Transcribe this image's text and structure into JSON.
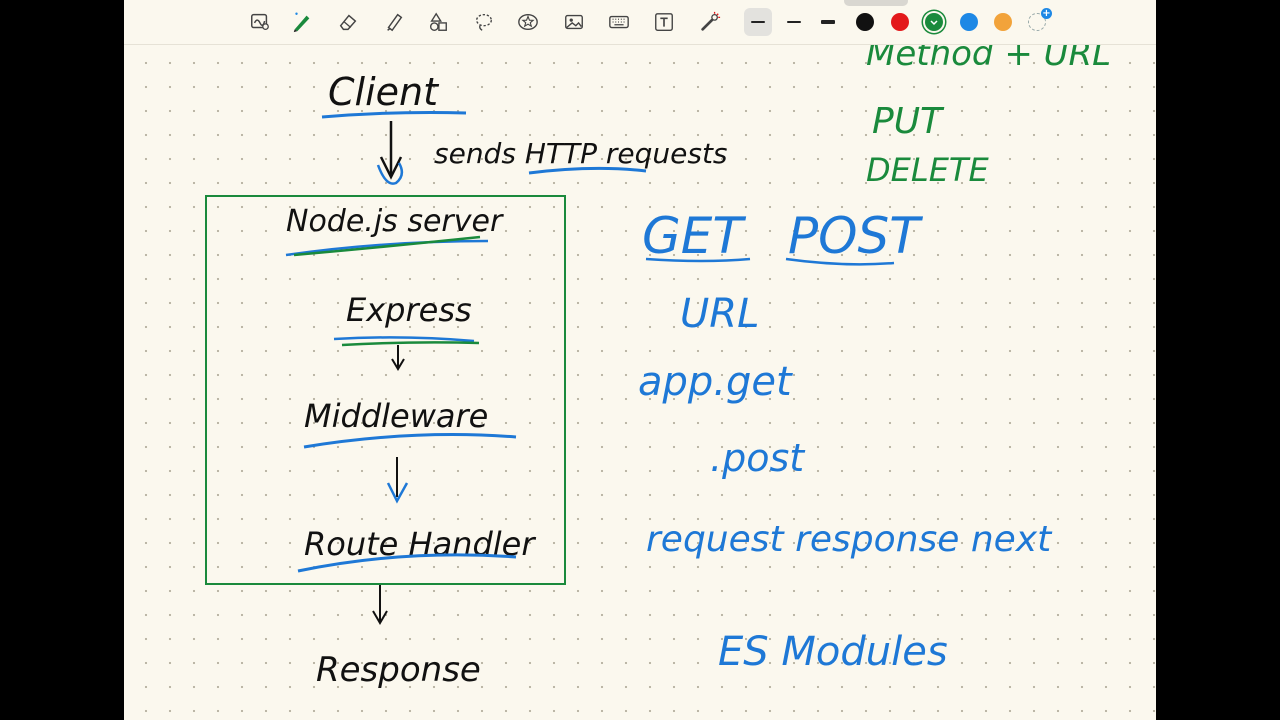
{
  "toolbar": {
    "tools": [
      {
        "name": "zoom-lasso-tool-icon"
      },
      {
        "name": "pen-tool-icon"
      },
      {
        "name": "eraser-tool-icon"
      },
      {
        "name": "highlighter-tool-icon"
      },
      {
        "name": "shapes-tool-icon"
      },
      {
        "name": "lasso-tool-icon"
      },
      {
        "name": "sticker-tool-icon"
      },
      {
        "name": "image-tool-icon"
      },
      {
        "name": "keyboard-tool-icon"
      },
      {
        "name": "text-tool-icon"
      },
      {
        "name": "laser-pointer-icon"
      }
    ],
    "colors": [
      "#111111",
      "#e3191b",
      "#1a8a3c",
      "#1e88e5",
      "#f2a33a"
    ],
    "selected_color": "#1a8a3c"
  },
  "notes": {
    "flow": {
      "client": "Client",
      "sends": "sends HTTP requests",
      "node_server": "Node.js server",
      "express": "Express",
      "middleware": "Middleware",
      "route_handler": "Route Handler",
      "response": "Response"
    },
    "methods": {
      "method_url": "Method + URL",
      "put": "PUT",
      "delete": "DELETE"
    },
    "right": {
      "get": "GET",
      "post": "POST",
      "url": "URL",
      "app_get": "app.get",
      "post_call": ".post",
      "params": "request response next",
      "es_modules": "ES Modules"
    }
  },
  "colors": {
    "ink_black": "#111111",
    "ink_blue": "#1e78d6",
    "ink_green": "#1a8a3c",
    "paper": "#fbf8ee"
  }
}
